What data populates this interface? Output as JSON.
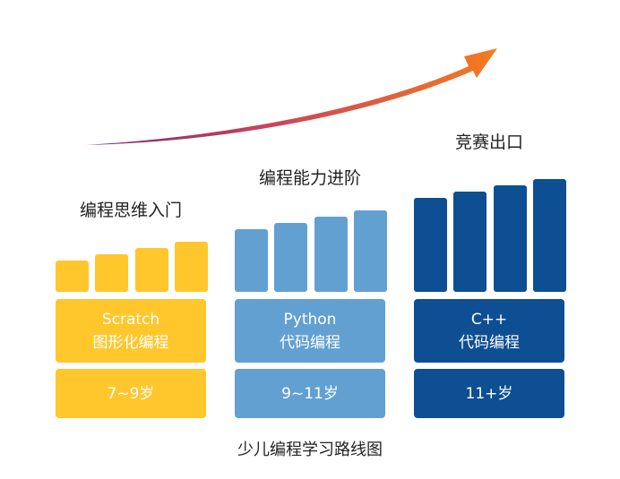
{
  "stages": [
    {
      "heading": "编程思维入门",
      "lang": "Scratch",
      "type": "图形化编程",
      "age": "7~9岁",
      "bar_levels": [
        1,
        1.2,
        1.4,
        1.6
      ],
      "color": "#FFC72C"
    },
    {
      "heading": "编程能力进阶",
      "lang": "Python",
      "type": "代码编程",
      "age": "9~11岁",
      "bar_levels": [
        2.0,
        2.2,
        2.4,
        2.6
      ],
      "color": "#62A0D2"
    },
    {
      "heading": "竞赛出口",
      "lang": "C++",
      "type": "代码编程",
      "age": "11+岁",
      "bar_levels": [
        3.0,
        3.2,
        3.4,
        3.6
      ],
      "color": "#0D4F92"
    }
  ],
  "caption": "少儿编程学习路线图",
  "arrow_icon": "growth-arrow-icon",
  "arrow_color": "#F47B20"
}
